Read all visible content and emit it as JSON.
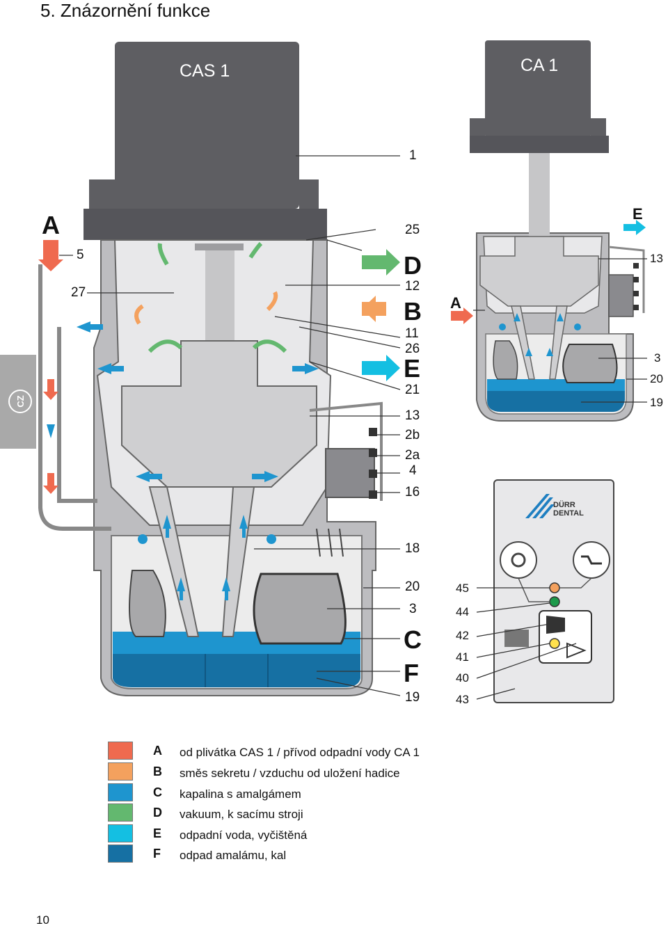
{
  "page": {
    "title": "5. Znázornění funkce",
    "side_tab": "CZ",
    "page_number": "10"
  },
  "diagram": {
    "machine_left": "CAS 1",
    "machine_right": "CA 1",
    "brand": "DÜRR DENTAL",
    "callouts_left_letters": [
      "A",
      "D",
      "B",
      "E",
      "C",
      "F"
    ],
    "callouts_left_numbers": [
      "5",
      "27",
      "1",
      "25",
      "12",
      "11",
      "26",
      "21",
      "13",
      "2b",
      "2a",
      "4",
      "16",
      "18",
      "20",
      "3",
      "19"
    ],
    "callouts_right": [
      "E",
      "A",
      "13",
      "3",
      "20",
      "19"
    ],
    "callouts_panel": [
      "45",
      "44",
      "42",
      "41",
      "40",
      "43"
    ]
  },
  "legend": [
    {
      "letter": "A",
      "text": "od plivátka CAS 1 / přívod odpadní vody CA 1",
      "color": "#ef6a4f"
    },
    {
      "letter": "B",
      "text": "směs sekretu  / vzduchu od uložení hadice",
      "color": "#f4a15e"
    },
    {
      "letter": "C",
      "text": "kapalina s amalgámem",
      "color": "#1e95cf"
    },
    {
      "letter": "D",
      "text": "vakuum, k sacímu stroji",
      "color": "#63b86f"
    },
    {
      "letter": "E",
      "text": "odpadní voda, vyčištěná",
      "color": "#14bfe2"
    },
    {
      "letter": "F",
      "text": "odpad amalámu, kal",
      "color": "#1670a3"
    }
  ]
}
